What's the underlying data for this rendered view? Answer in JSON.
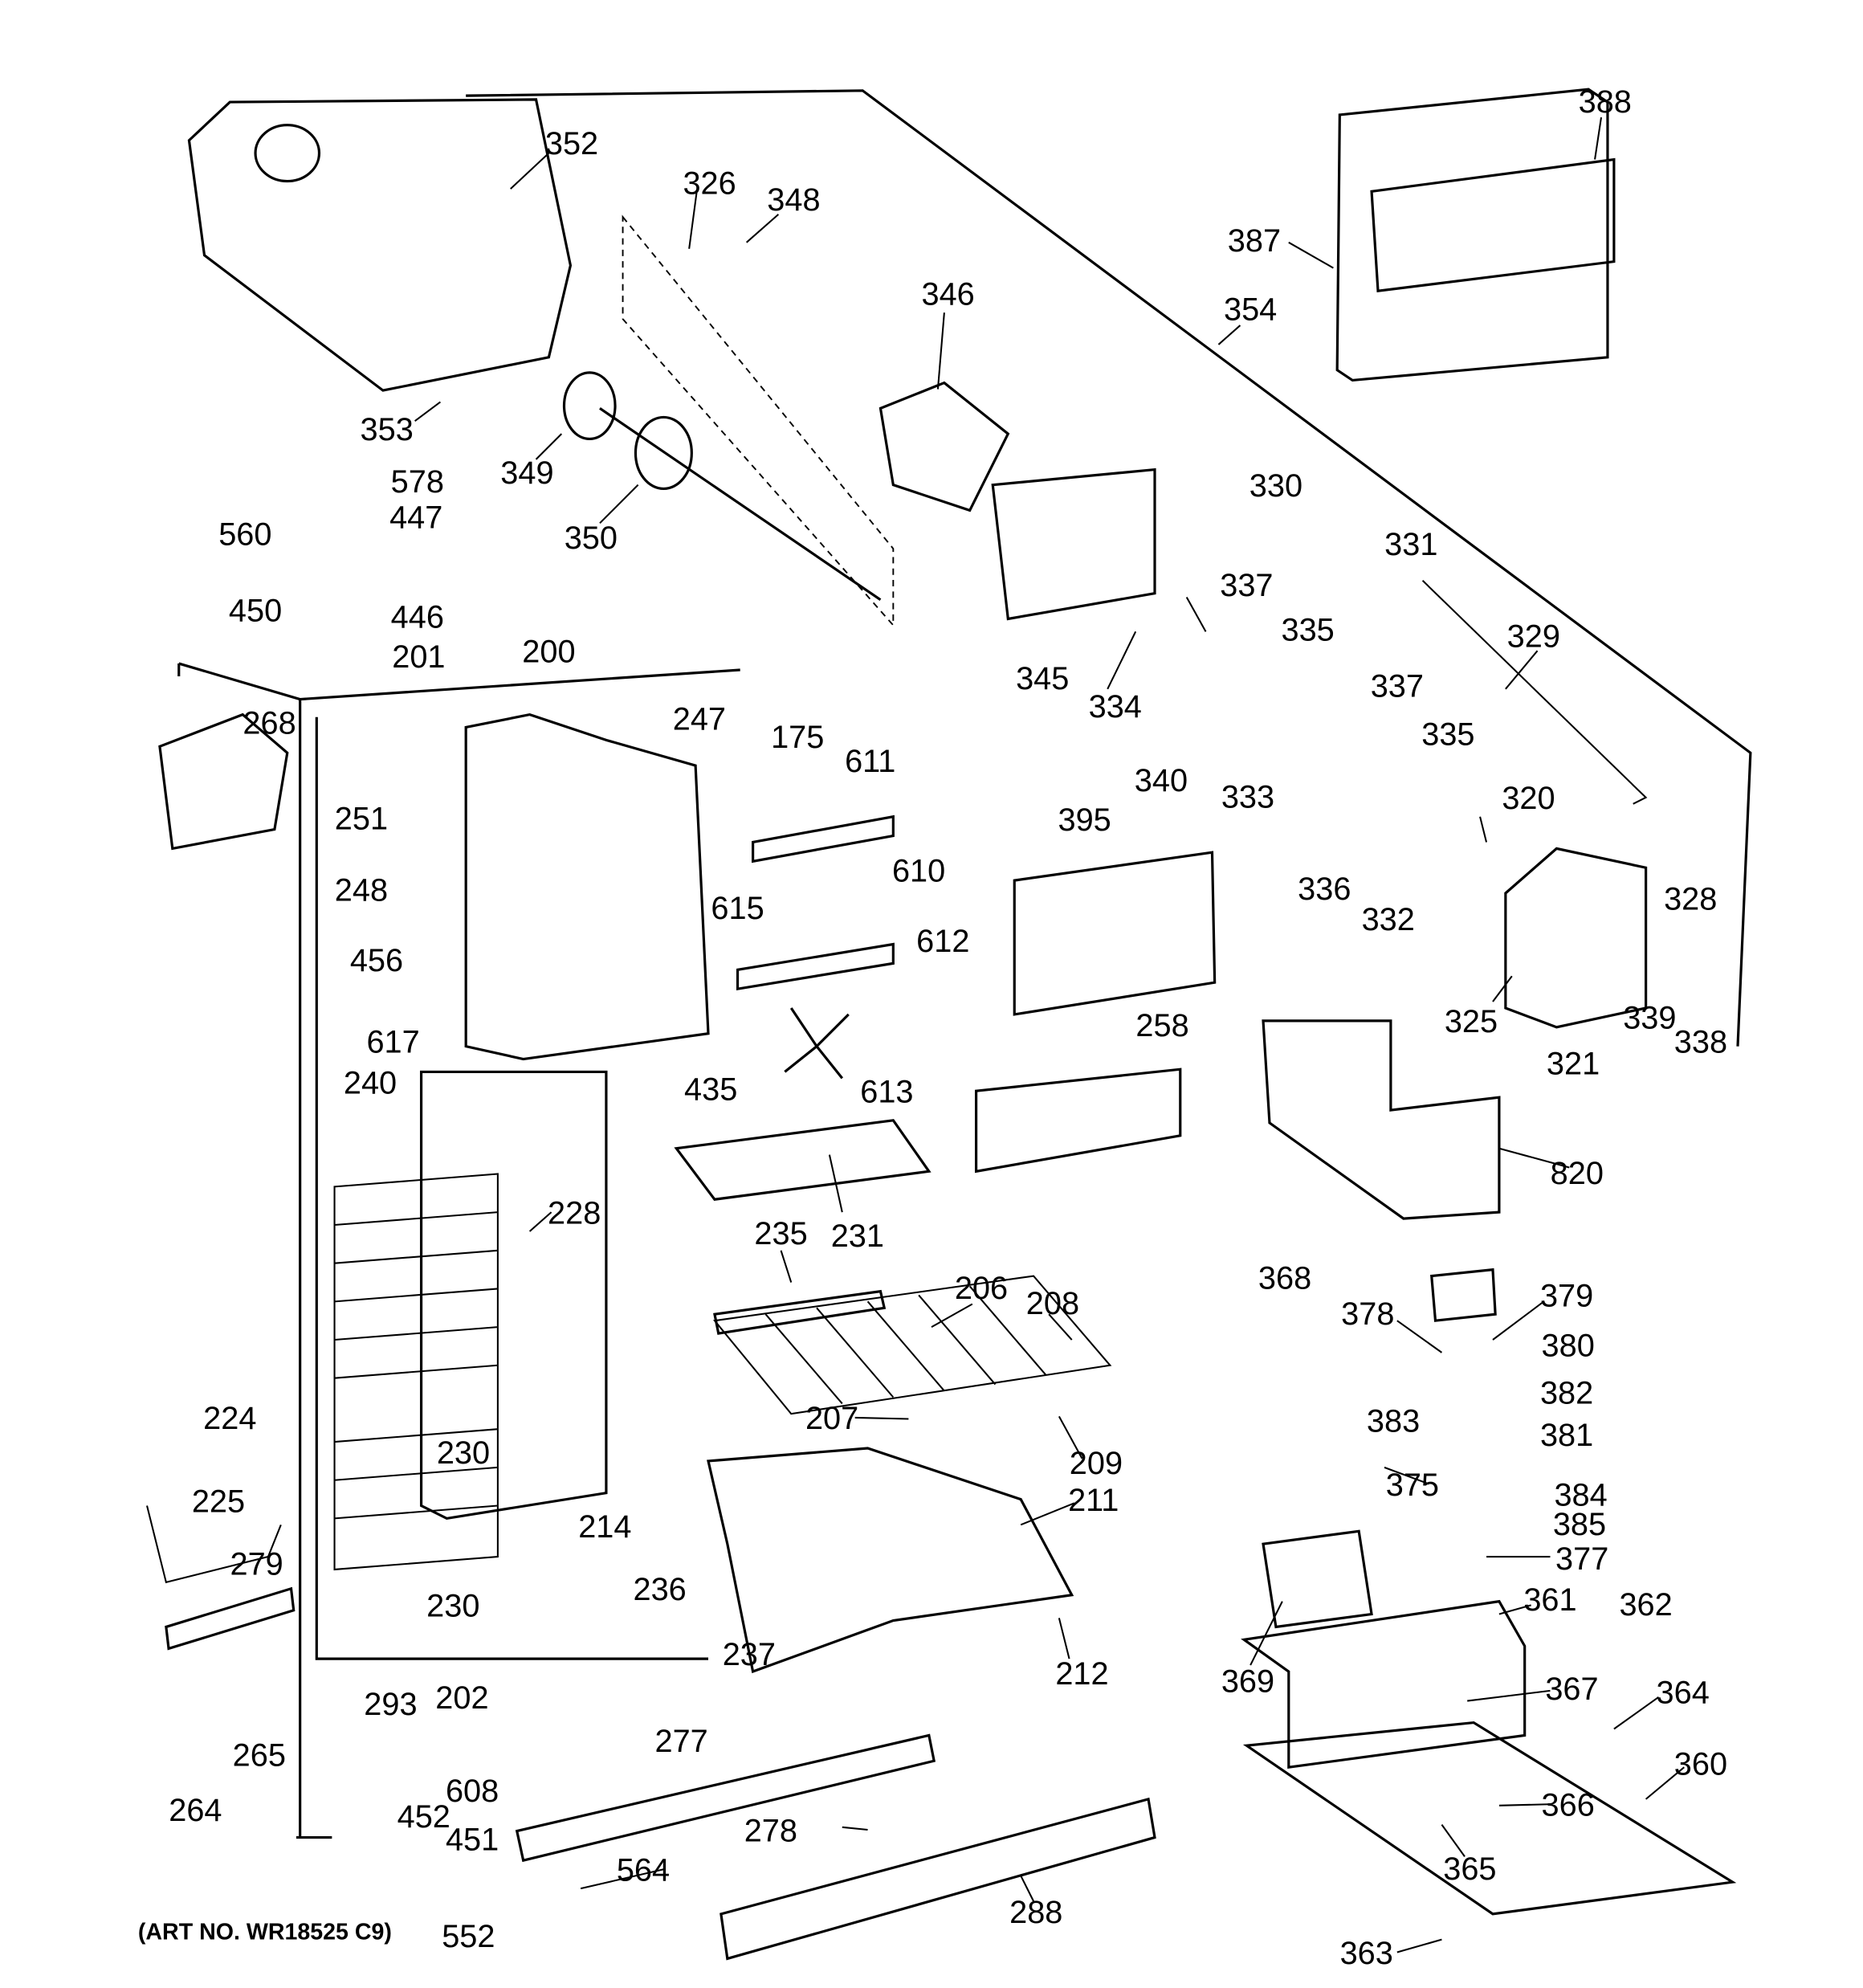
{
  "diagram": {
    "art_number": "(ART NO. WR18525 C9)",
    "parts": [
      "352",
      "326",
      "348",
      "346",
      "388",
      "387",
      "354",
      "353",
      "349",
      "350",
      "578",
      "447",
      "560",
      "450",
      "446",
      "330",
      "331",
      "337",
      "335",
      "345",
      "334",
      "329",
      "201",
      "200",
      "268",
      "247",
      "175",
      "611",
      "337",
      "335",
      "340",
      "333",
      "320",
      "251",
      "395",
      "610",
      "615",
      "612",
      "336",
      "332",
      "328",
      "248",
      "456",
      "617",
      "258",
      "325",
      "321",
      "339",
      "338",
      "240",
      "435",
      "613",
      "820",
      "228",
      "231",
      "235",
      "368",
      "206",
      "208",
      "378",
      "379",
      "380",
      "224",
      "207",
      "382",
      "383",
      "381",
      "230",
      "209",
      "375",
      "211",
      "384",
      "225",
      "385",
      "214",
      "279",
      "377",
      "236",
      "230",
      "361",
      "362",
      "237",
      "212",
      "369",
      "202",
      "293",
      "367",
      "364",
      "277",
      "265",
      "360",
      "608",
      "264",
      "452",
      "366",
      "451",
      "278",
      "564",
      "365",
      "288",
      "552",
      "363"
    ]
  }
}
